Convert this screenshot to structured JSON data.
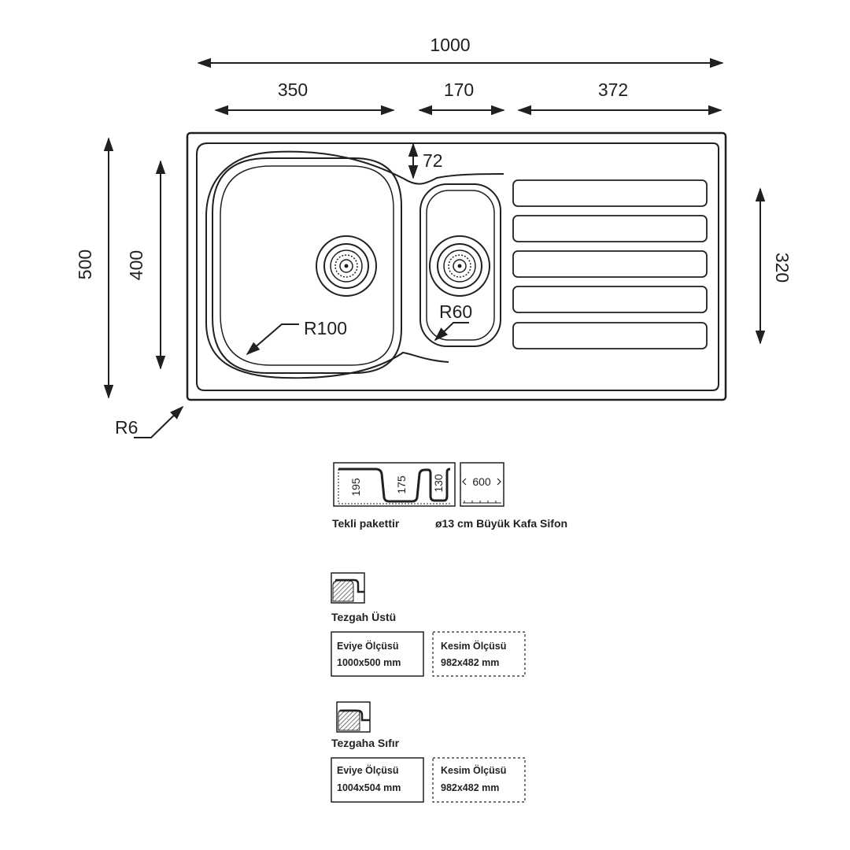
{
  "dimensions": {
    "overall_width": "1000",
    "bowl_width": "350",
    "small_bowl_width": "170",
    "drainer_width": "372",
    "overall_depth": "500",
    "bowl_depth": "400",
    "drainer_depth": "320",
    "back_edge": "72",
    "bowl_radius": "R100",
    "small_bowl_radius": "R60",
    "corner_radius": "R6"
  },
  "profile": {
    "depth_1": "195",
    "depth_2": "175",
    "depth_3": "130",
    "cabinet_width": "600"
  },
  "notes": {
    "package_label": "Tekli pakettir",
    "siphon_label": "ø13 cm Büyük Kafa Sifon"
  },
  "installations": [
    {
      "title": "Tezgah  Üstü",
      "sink_size_label": "Eviye Ölçüsü",
      "sink_size_value": "1000x500 mm",
      "cutout_label": "Kesim Ölçüsü",
      "cutout_value": "982x482 mm"
    },
    {
      "title": "Tezgaha  Sıfır",
      "sink_size_label": "Eviye Ölçüsü",
      "sink_size_value": "1004x504 mm",
      "cutout_label": "Kesim Ölçüsü",
      "cutout_value": "982x482 mm"
    }
  ]
}
